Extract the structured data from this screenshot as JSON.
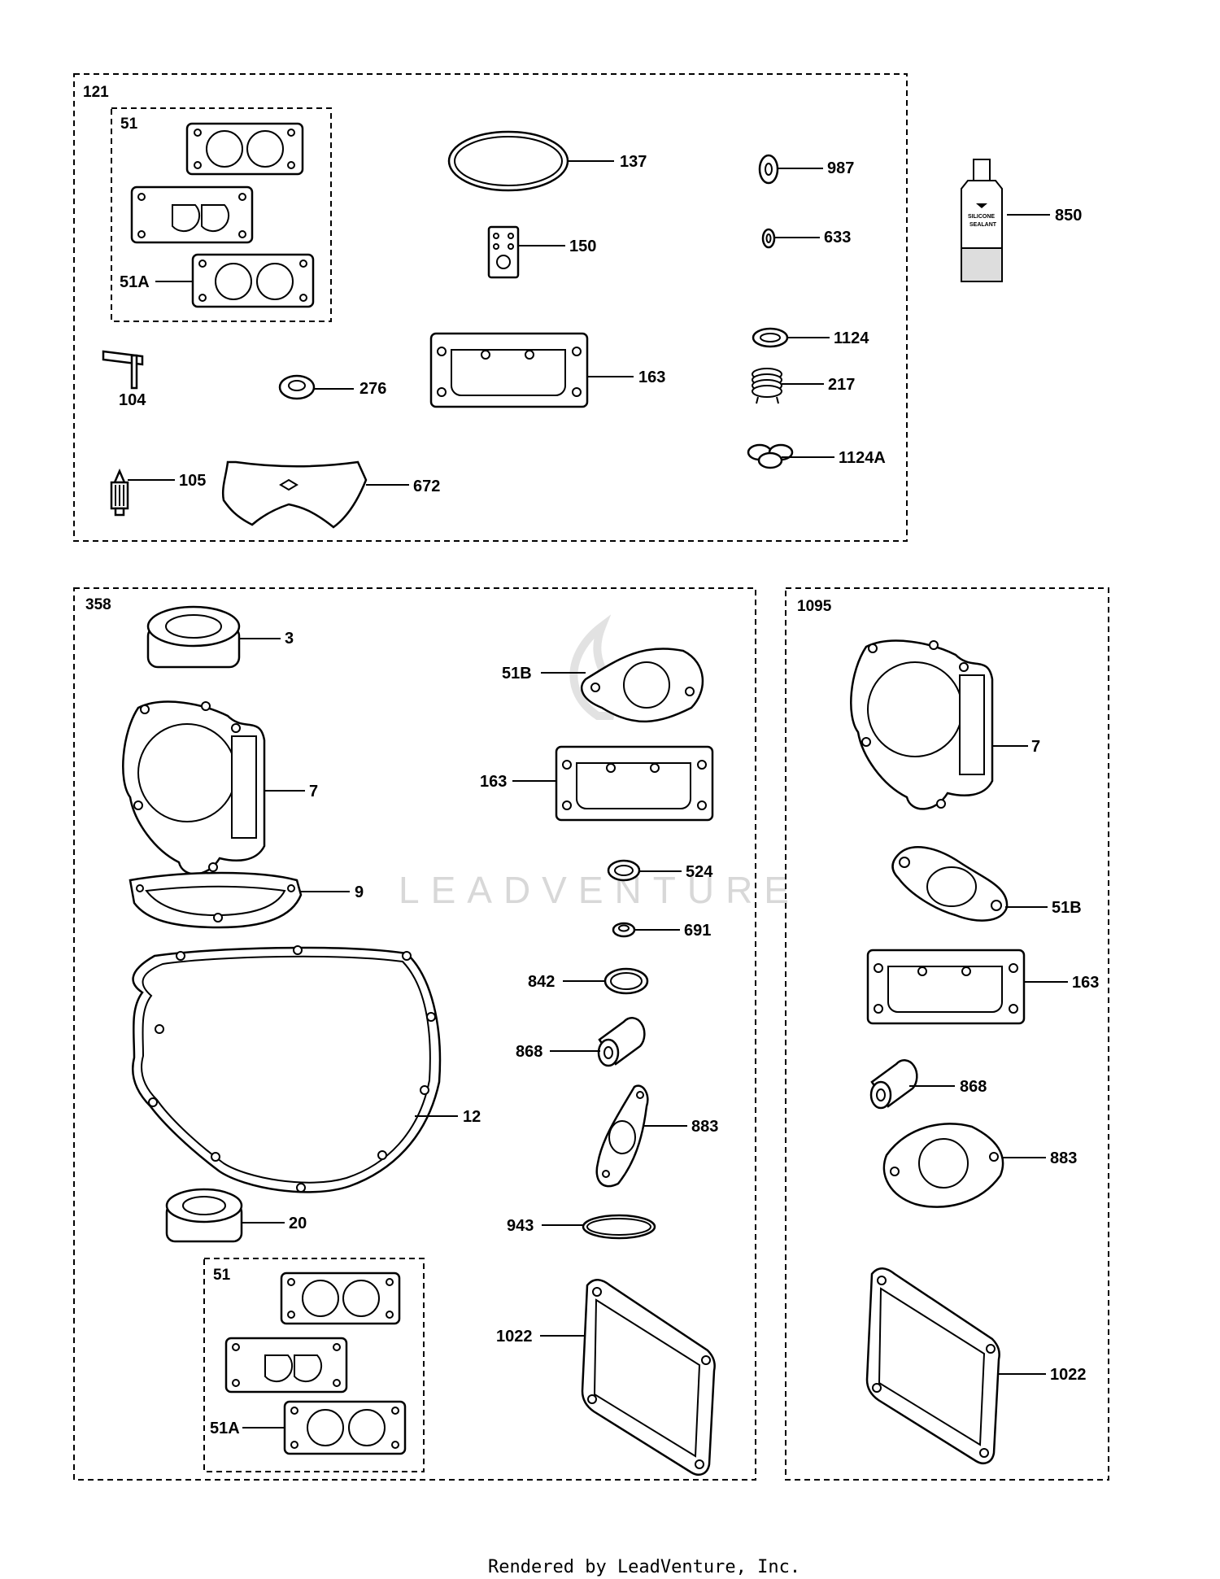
{
  "groups": {
    "g121": "121",
    "g51_top": "51",
    "g358": "358",
    "g1095": "1095",
    "g51_bottom": "51"
  },
  "labels": {
    "l137": "137",
    "l987": "987",
    "l850": "850",
    "l150": "150",
    "l633": "633",
    "l51a_top": "51A",
    "l1124": "1124",
    "l104": "104",
    "l276": "276",
    "l163_top": "163",
    "l217": "217",
    "l1124a": "1124A",
    "l105": "105",
    "l672": "672",
    "l3": "3",
    "l51b_mid": "51B",
    "l7_mid": "7",
    "l163_mid": "163",
    "l9": "9",
    "l524": "524",
    "l691": "691",
    "l842": "842",
    "l868_mid": "868",
    "l12": "12",
    "l883_mid": "883",
    "l20": "20",
    "l943": "943",
    "l1022_mid": "1022",
    "l51a_bottom": "51A",
    "l7_right": "7",
    "l51b_right": "51B",
    "l163_right": "163",
    "l868_right": "868",
    "l883_right": "883",
    "l1022_right": "1022"
  },
  "tube_text": {
    "line1": "SILICONE",
    "line2": "SEALANT"
  },
  "watermark": "LEADVENTURE",
  "footer": "Rendered by LeadVenture, Inc."
}
